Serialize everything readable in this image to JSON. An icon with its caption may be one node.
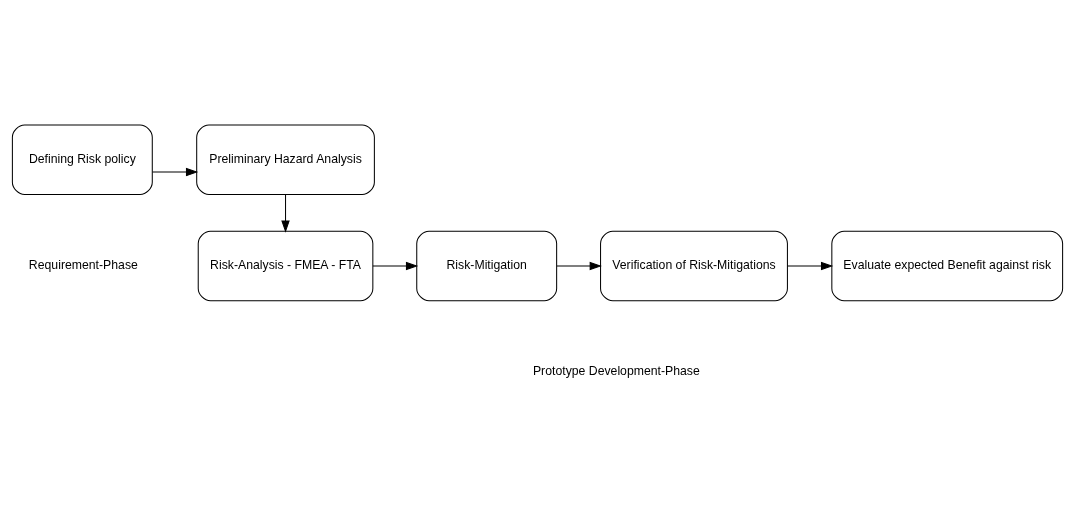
{
  "diagram": {
    "nodes": [
      {
        "text": [
          "Defining Risk policy"
        ]
      },
      {
        "text": [
          "Preliminary Hazard Analysis"
        ]
      },
      {
        "text": [
          "Risk-Analysis - FMEA - FTA"
        ]
      },
      {
        "text": [
          "Risk-Mitigation"
        ]
      },
      {
        "text": [
          "Verification of Risk-Mitigations"
        ]
      },
      {
        "text": [
          "Evaluate expected Benefit against risk"
        ]
      }
    ],
    "edges": [
      {
        "from": 0,
        "to": 1,
        "arrow": "to"
      },
      {
        "from": 1,
        "to": 2,
        "arrow": "to"
      },
      {
        "from": 2,
        "to": 3,
        "arrow": "to"
      },
      {
        "from": 3,
        "to": 4,
        "arrow": "to"
      },
      {
        "from": 4,
        "to": 5,
        "arrow": "to"
      }
    ],
    "labels": [
      "Requirement-Phase",
      "Prototype Development-Phase"
    ]
  }
}
